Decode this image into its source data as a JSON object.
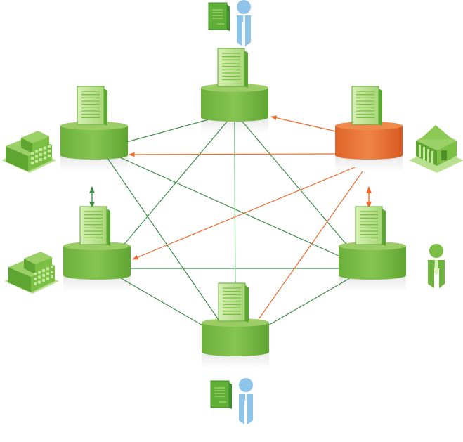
{
  "diagram": {
    "kind": "distributed-ledger-network",
    "colors": {
      "node_top": "#9ccc65",
      "node_side": "#6fb43f",
      "node_side_dark": "#5a9e32",
      "highlight_top": "#f08a4b",
      "highlight_side": "#e0692a",
      "link": "#3f8f4a",
      "broadcast": "#ee6a2c",
      "ledger_page": "#c8e69a",
      "ledger_edge": "#5aa832",
      "person_blue": "#8dc4e8",
      "building": "#7cbf45"
    },
    "nodes": [
      {
        "id": "top",
        "highlight": false
      },
      {
        "id": "left-upper",
        "highlight": false
      },
      {
        "id": "right-upper",
        "highlight": true
      },
      {
        "id": "left-lower",
        "highlight": false
      },
      {
        "id": "right-lower",
        "highlight": false
      },
      {
        "id": "bottom",
        "highlight": false
      }
    ],
    "links": [
      [
        "left-upper",
        "top"
      ],
      [
        "left-upper",
        "right-lower"
      ],
      [
        "left-upper",
        "bottom"
      ],
      [
        "top",
        "left-lower"
      ],
      [
        "top",
        "bottom"
      ],
      [
        "top",
        "right-lower"
      ],
      [
        "left-lower",
        "right-lower"
      ],
      [
        "left-lower",
        "bottom"
      ],
      [
        "right-lower",
        "bottom"
      ]
    ],
    "broadcasts": [
      [
        "right-upper",
        "top"
      ],
      [
        "right-upper",
        "left-upper"
      ],
      [
        "right-upper",
        "left-lower"
      ],
      [
        "right-upper",
        "bottom"
      ]
    ],
    "sync_arrows": [
      {
        "between": [
          "left-upper",
          "left-lower"
        ],
        "color": "link"
      },
      {
        "between": [
          "right-upper",
          "right-lower"
        ],
        "color": "broadcast"
      }
    ],
    "participants": [
      {
        "id": "person-with-document-top",
        "icon": "person-with-document-icon"
      },
      {
        "id": "office-building-left-upper",
        "icon": "office-building-icon"
      },
      {
        "id": "bank-right-upper",
        "icon": "bank-icon"
      },
      {
        "id": "office-building-left-lower",
        "icon": "office-building-icon"
      },
      {
        "id": "businessman-right-lower",
        "icon": "businessman-icon"
      },
      {
        "id": "person-with-document-bottom",
        "icon": "person-with-document-icon"
      }
    ]
  }
}
